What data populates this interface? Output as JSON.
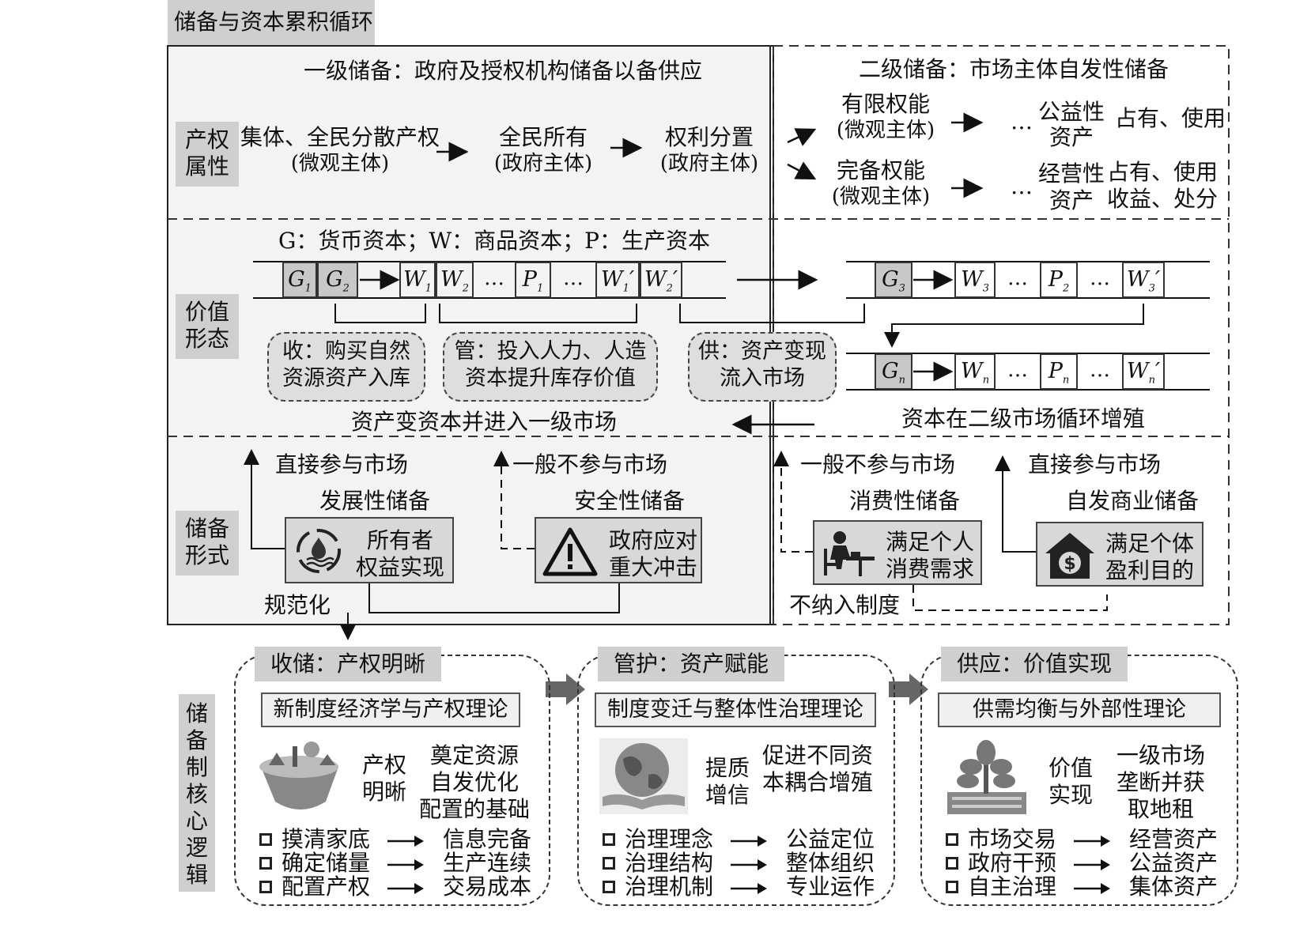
{
  "section_title": "储备与资本累积循环",
  "rows": {
    "property": "产权属性",
    "value": "价值形态",
    "form": "储备形式",
    "core": "储备制核心逻辑"
  },
  "primary": {
    "heading": "一级储备：政府及授权机构储备以备供应",
    "chain": [
      {
        "l1": "集体、全民分散产权",
        "l2": "(微观主体)"
      },
      {
        "l1": "全民所有",
        "l2": "(政府主体)"
      },
      {
        "l1": "权利分置",
        "l2": "(政府主体)"
      }
    ]
  },
  "secondary": {
    "heading": "二级储备：市场主体自发性储备",
    "limited": {
      "l1": "有限权能",
      "l2": "(微观主体)",
      "ellipsis": "…",
      "asset1": "公益性",
      "asset2": "资产",
      "use": "占有、使用"
    },
    "full": {
      "l1": "完备权能",
      "l2": "(微观主体)",
      "ellipsis": "…",
      "asset1": "经营性",
      "asset2": "资产",
      "use1": "占有、使用",
      "use2": "收益、处分"
    }
  },
  "value_form": {
    "legend": "G：货币资本；W：商品资本；P：生产资本",
    "tape1": [
      {
        "type": "cell",
        "base": "G",
        "sub": "1",
        "shade": true
      },
      {
        "type": "cell",
        "base": "G",
        "sub": "2",
        "shade": true
      },
      {
        "type": "cell",
        "base": "W",
        "sub": "1",
        "shade": false
      },
      {
        "type": "cell",
        "base": "W",
        "sub": "2",
        "shade": false
      },
      {
        "type": "dots",
        "base": "…"
      },
      {
        "type": "cell",
        "base": "P",
        "sub": "1",
        "shade": false
      },
      {
        "type": "dots",
        "base": "…"
      },
      {
        "type": "cell",
        "base": "W",
        "sub": "1",
        "prime": "′",
        "shade": false
      },
      {
        "type": "cell",
        "base": "W",
        "sub": "2",
        "prime": "′",
        "shade": false
      }
    ],
    "tape2": [
      {
        "type": "cell",
        "base": "G",
        "sub": "3",
        "shade": true
      },
      {
        "type": "cell",
        "base": "W",
        "sub": "3",
        "shade": false
      },
      {
        "type": "dots",
        "base": "…"
      },
      {
        "type": "cell",
        "base": "P",
        "sub": "2",
        "shade": false
      },
      {
        "type": "dots",
        "base": "…"
      },
      {
        "type": "cell",
        "base": "W",
        "sub": "3",
        "prime": "′",
        "shade": false
      }
    ],
    "tape3": [
      {
        "type": "cell",
        "base": "G",
        "sub": "n",
        "shade": true
      },
      {
        "type": "cell",
        "base": "W",
        "sub": "n",
        "shade": false
      },
      {
        "type": "dots",
        "base": "…"
      },
      {
        "type": "cell",
        "base": "P",
        "sub": "n",
        "shade": false
      },
      {
        "type": "dots",
        "base": "…"
      },
      {
        "type": "cell",
        "base": "W",
        "sub": "n",
        "prime": "′",
        "shade": false
      }
    ],
    "box_collect": {
      "l1": "收：购买自然",
      "l2": "资源资产入库"
    },
    "box_manage": {
      "l1": "管：投入人力、人造",
      "l2": "资本提升库存价值"
    },
    "box_supply": {
      "l1": "供：资产变现",
      "l2": "流入市场"
    },
    "primary_note": "资产变资本并进入一级市场",
    "secondary_note": "资本在二级市场循环增殖"
  },
  "reserve_form": {
    "direct1": "直接参与市场",
    "notparticipate1": "一般不参与市场",
    "notparticipate2": "一般不参与市场",
    "direct2": "直接参与市场",
    "dev": {
      "title": "发展性储备",
      "l1": "所有者",
      "l2": "权益实现"
    },
    "safe": {
      "title": "安全性储备",
      "l1": "政府应对",
      "l2": "重大冲击"
    },
    "consume": {
      "title": "消费性储备",
      "l1": "满足个人",
      "l2": "消费需求"
    },
    "commerce": {
      "title": "自发商业储备",
      "l1": "满足个体",
      "l2": "盈利目的"
    },
    "normalize": "规范化",
    "exclude": "不纳入制度"
  },
  "core": {
    "panels": [
      {
        "tag": "收储：产权明晰",
        "theory": "新制度经济学与产权理论",
        "mid1": "产权",
        "mid2": "明晰",
        "r1": "奠定资源",
        "r2": "自发优化",
        "r3": "配置的基础",
        "items": [
          {
            "a": "摸清家底",
            "b": "信息完备"
          },
          {
            "a": "确定储量",
            "b": "生产连续"
          },
          {
            "a": "配置产权",
            "b": "交易成本"
          }
        ]
      },
      {
        "tag": "管护：资产赋能",
        "theory": "制度变迁与整体性治理理论",
        "mid1": "提质",
        "mid2": "增信",
        "r1": "促进不同资",
        "r2": "本耦合增殖",
        "r3": "",
        "items": [
          {
            "a": "治理理念",
            "b": "公益定位"
          },
          {
            "a": "治理结构",
            "b": "整体组织"
          },
          {
            "a": "治理机制",
            "b": "专业运作"
          }
        ]
      },
      {
        "tag": "供应：价值实现",
        "theory": "供需均衡与外部性理论",
        "mid1": "价值",
        "mid2": "实现",
        "r1": "一级市场",
        "r2": "垄断并获",
        "r3": "取地租",
        "items": [
          {
            "a": "市场交易",
            "b": "经营资产"
          },
          {
            "a": "政府干预",
            "b": "公益资产"
          },
          {
            "a": "自主治理",
            "b": "集体资产"
          }
        ]
      }
    ]
  }
}
